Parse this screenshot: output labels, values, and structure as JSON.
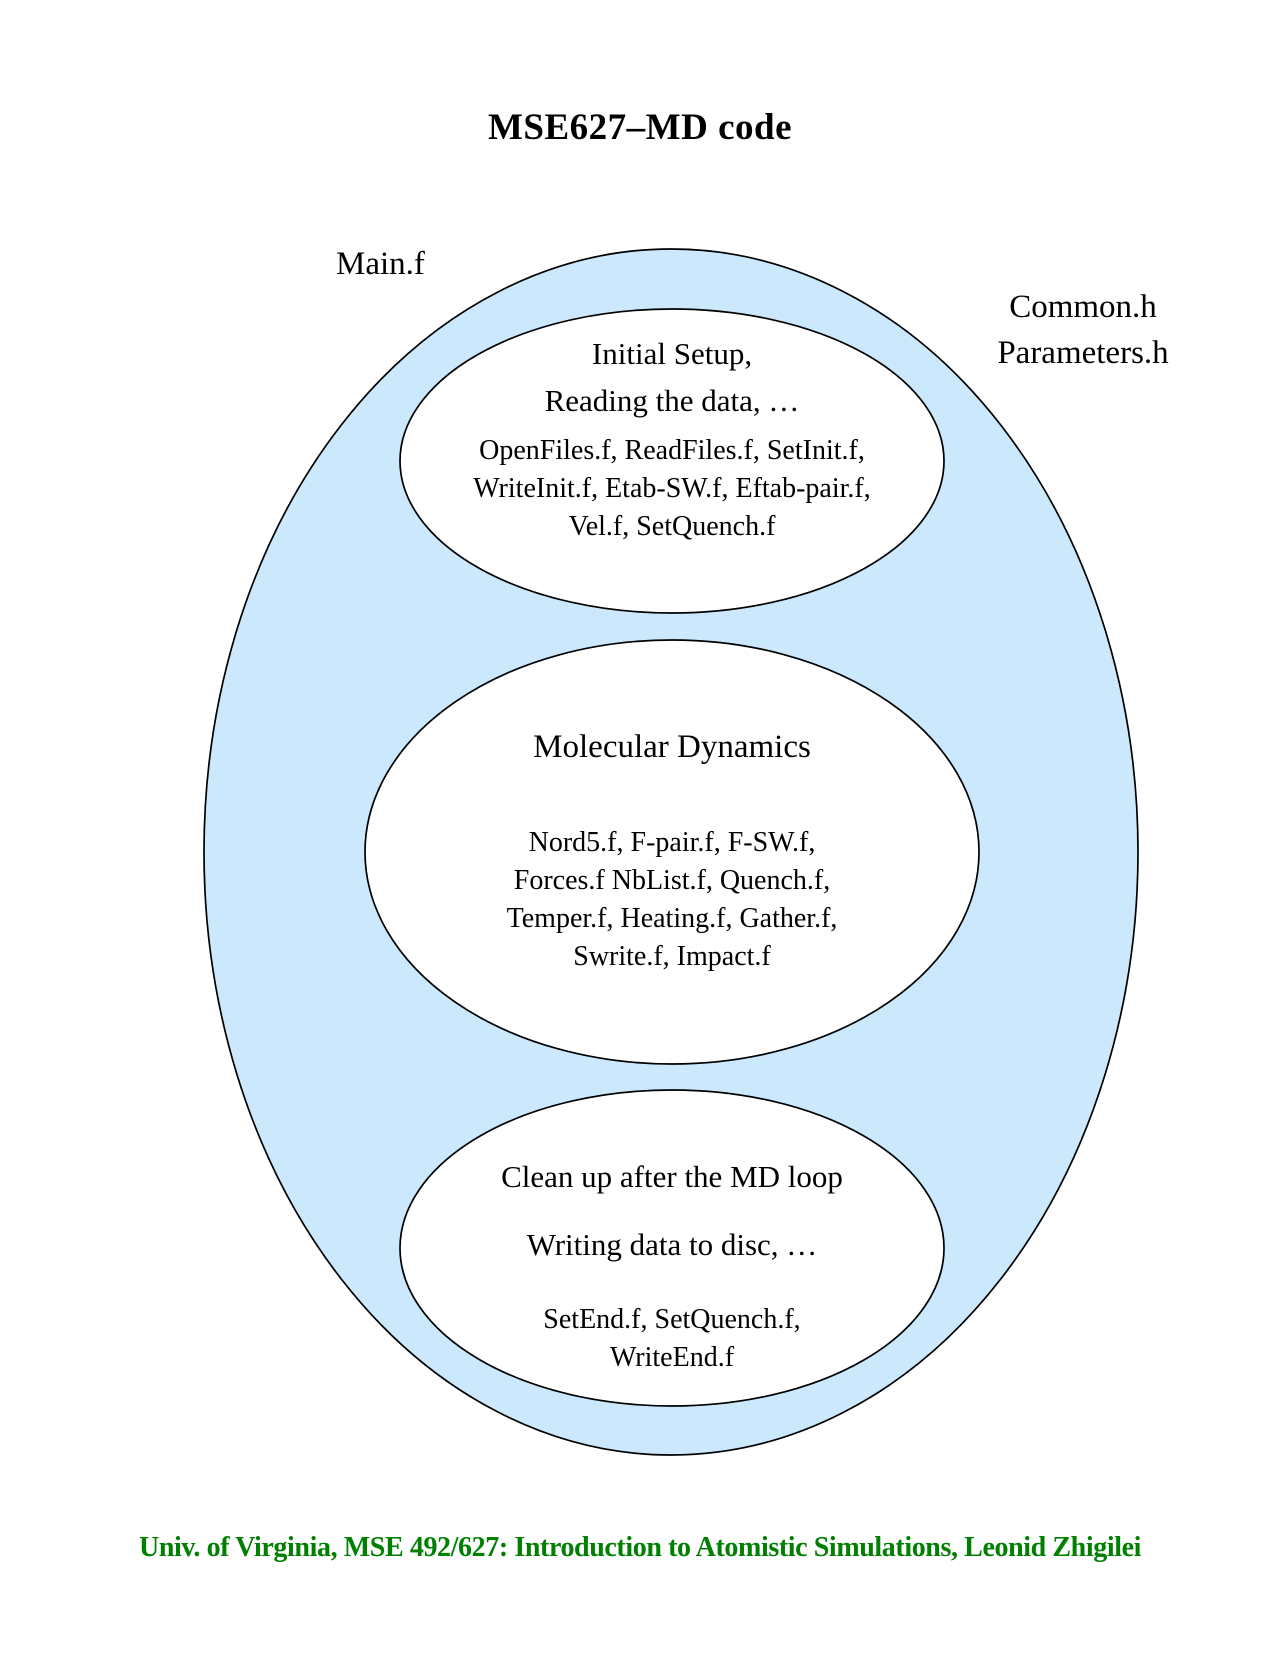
{
  "title": "MSE627–MD code",
  "outer_labels": {
    "main_program": "Main.f",
    "include_files": [
      "Common.h",
      "Parameters.h"
    ]
  },
  "colors": {
    "outer_ellipse_fill": "#cbe8fc",
    "inner_ellipse_fill": "#ffffff",
    "ellipse_stroke": "#000000",
    "footer_green": "#008000"
  },
  "stages": [
    {
      "name": "initial-setup",
      "heading_lines": [
        "Initial Setup,",
        "Reading the data, …"
      ],
      "file_lines": [
        "OpenFiles.f, ReadFiles.f, SetInit.f,",
        "WriteInit.f, Etab-SW.f, Eftab-pair.f,",
        "Vel.f, SetQuench.f"
      ]
    },
    {
      "name": "molecular-dynamics",
      "heading_lines": [
        "Molecular Dynamics"
      ],
      "file_lines": [
        "Nord5.f, F-pair.f, F-SW.f,",
        "Forces.f NbList.f, Quench.f,",
        "Temper.f, Heating.f, Gather.f,",
        "Swrite.f, Impact.f"
      ]
    },
    {
      "name": "cleanup",
      "heading_lines": [
        "Clean up after the MD loop",
        "Writing data to disc, …"
      ],
      "file_lines": [
        "SetEnd.f, SetQuench.f,",
        "WriteEnd.f"
      ]
    }
  ],
  "footer": {
    "text": "Univ. of Virginia, MSE 492/627: Introduction to Atomistic Simulations, Leonid Zhigilei"
  }
}
